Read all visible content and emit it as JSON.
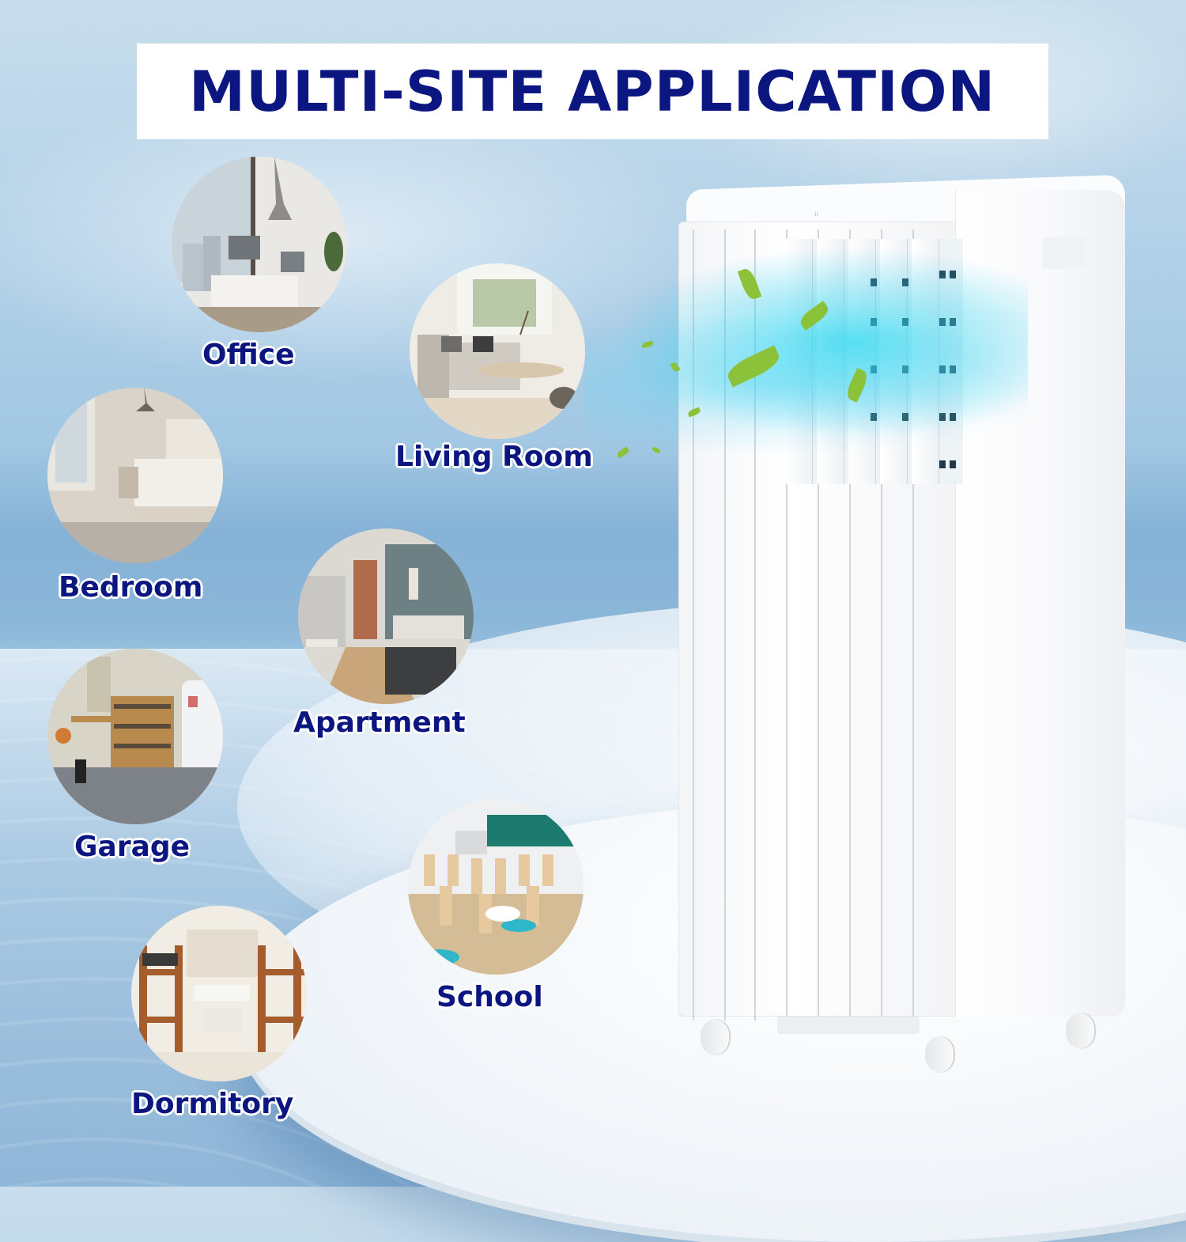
{
  "title": "MULTI-SITE APPLICATION",
  "colors": {
    "title_text": "#0b1680",
    "title_background": "#ffffff",
    "label_text": "#0b1680",
    "label_outline": "#ffffff",
    "airflow": "#3fd6f0",
    "leaf": "#8cc23a",
    "background_sky": "#b3d1e8"
  },
  "applications": [
    {
      "label": "Office",
      "scene": "office-photo"
    },
    {
      "label": "Living Room",
      "scene": "living-room-photo"
    },
    {
      "label": "Bedroom",
      "scene": "bedroom-photo"
    },
    {
      "label": "Apartment",
      "scene": "apartment-photo"
    },
    {
      "label": "Garage",
      "scene": "garage-photo"
    },
    {
      "label": "School",
      "scene": "school-photo"
    },
    {
      "label": "Dormitory",
      "scene": "dormitory-photo"
    }
  ],
  "product": {
    "name": "portable-air-conditioner",
    "color": "white",
    "features": [
      "airflow-vents",
      "caster-wheels",
      "side-handle"
    ]
  }
}
